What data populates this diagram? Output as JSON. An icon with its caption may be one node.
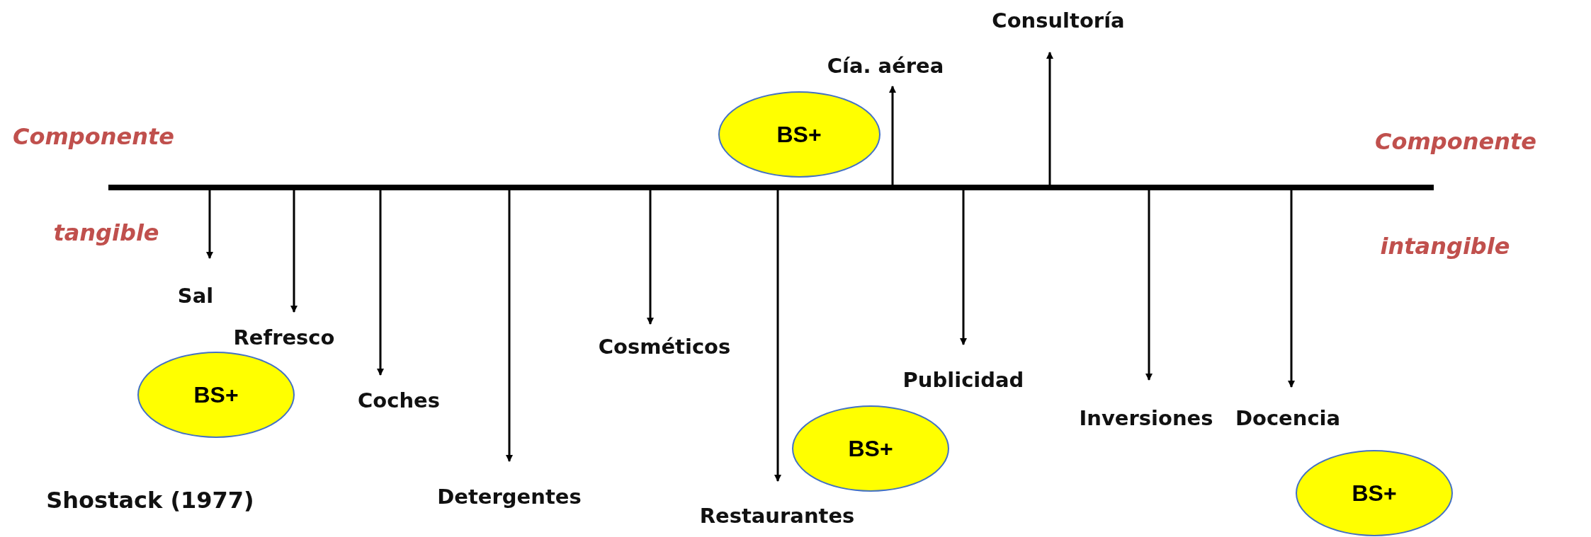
{
  "diagram": {
    "caption": "Shostack (1977)",
    "nodes": [
      {
        "text": [],
        "shape": "bar"
      },
      {
        "text": [
          "Consultoría"
        ]
      },
      {
        "text": [
          "Cía. aérea"
        ]
      },
      {
        "text": [
          "BS+"
        ]
      },
      {
        "text": [
          "Sal"
        ]
      },
      {
        "text": [
          "Refresco"
        ]
      },
      {
        "text": [
          "Cosméticos"
        ]
      },
      {
        "text": [
          "Publicidad"
        ]
      },
      {
        "text": [
          "BS+"
        ]
      },
      {
        "text": [
          "Coches"
        ]
      },
      {
        "text": [
          "Inversiones"
        ]
      },
      {
        "text": [
          "Docencia"
        ]
      },
      {
        "text": [
          "BS+"
        ]
      },
      {
        "text": [
          "Detergentes"
        ]
      },
      {
        "text": [
          "BS+"
        ]
      },
      {
        "text": [
          "Restaurantes"
        ]
      }
    ],
    "edges": [
      {
        "from": 0,
        "to": 4,
        "arrow": "to"
      },
      {
        "from": 0,
        "to": 5,
        "arrow": "to"
      },
      {
        "from": 0,
        "to": 9,
        "arrow": "to"
      },
      {
        "from": 0,
        "to": 13,
        "arrow": "to"
      },
      {
        "from": 0,
        "to": 6,
        "arrow": "to"
      },
      {
        "from": 0,
        "to": 15,
        "arrow": "to"
      },
      {
        "from": 0,
        "to": 2,
        "arrow": "to"
      },
      {
        "from": 0,
        "to": 7,
        "arrow": "to"
      },
      {
        "from": 0,
        "to": 1,
        "arrow": "to"
      },
      {
        "from": 0,
        "to": 10,
        "arrow": "to"
      },
      {
        "from": 0,
        "to": 11,
        "arrow": "to"
      }
    ],
    "labels": [
      "Componente",
      "Componente",
      "tangible",
      "intangible"
    ]
  }
}
